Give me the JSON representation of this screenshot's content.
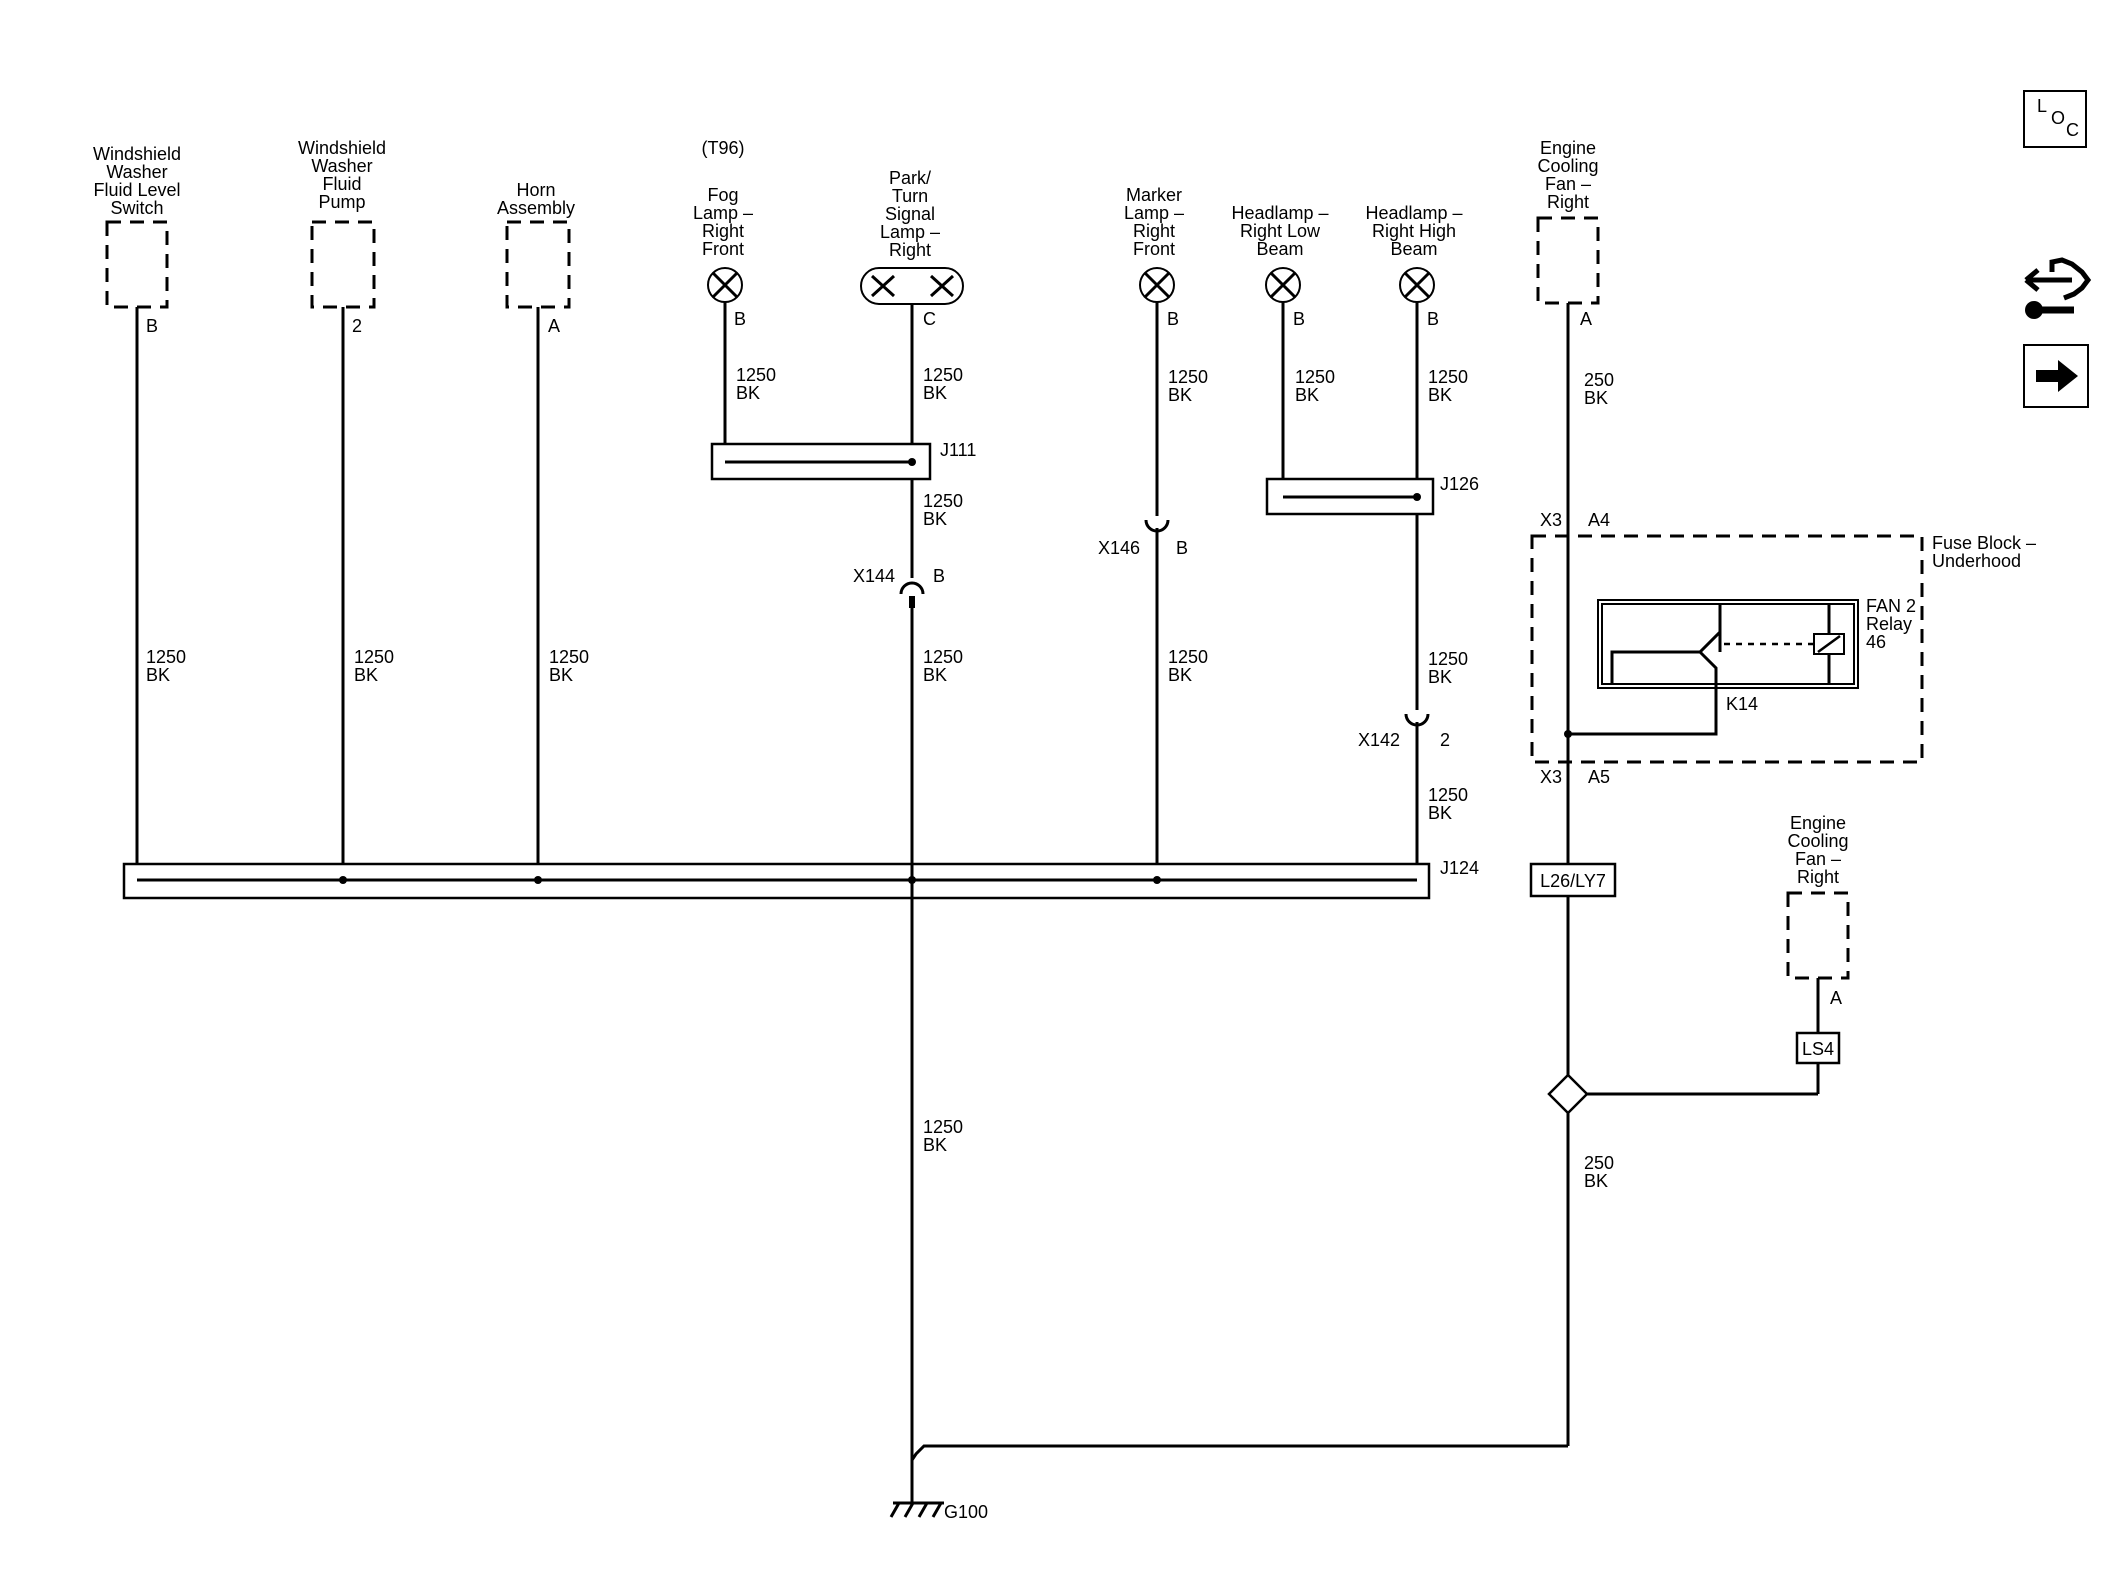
{
  "icons": {
    "loc": [
      "L",
      "O",
      "C"
    ]
  },
  "components": {
    "washer_switch": {
      "label": [
        "Windshield",
        "Washer",
        "Fluid Level",
        "Switch"
      ],
      "pin": "B"
    },
    "washer_pump": {
      "label": [
        "Windshield",
        "Washer",
        "Fluid",
        "Pump"
      ],
      "pin": "2"
    },
    "horn": {
      "label": [
        "Horn",
        "Assembly"
      ],
      "pin": "A"
    },
    "fog_lamp": {
      "note": "(T96)",
      "label": [
        "Fog",
        "Lamp –",
        "Right",
        "Front"
      ],
      "pin": "B"
    },
    "park_turn": {
      "label": [
        "Park/",
        "Turn",
        "Signal",
        "Lamp –",
        "Right"
      ],
      "pin": "C"
    },
    "marker_lamp": {
      "label": [
        "Marker",
        "Lamp –",
        "Right",
        "Front"
      ],
      "pin": "B"
    },
    "headlamp_low": {
      "label": [
        "Headlamp –",
        "Right Low",
        "Beam"
      ],
      "pin": "B"
    },
    "headlamp_high": {
      "label": [
        "Headlamp –",
        "Right High",
        "Beam"
      ],
      "pin": "B"
    },
    "fan_right_top": {
      "label": [
        "Engine",
        "Cooling",
        "Fan –",
        "Right"
      ],
      "pin": "A"
    },
    "fan_right_bot": {
      "label": [
        "Engine",
        "Cooling",
        "Fan –",
        "Right"
      ],
      "pin": "A"
    }
  },
  "wires": {
    "w1250": [
      "1250",
      "BK"
    ],
    "w250": [
      "250",
      "BK"
    ]
  },
  "splices": {
    "j111": "J111",
    "j126": "J126",
    "j124": "J124"
  },
  "connectors": {
    "x144": {
      "name": "X144",
      "pin": "B"
    },
    "x146": {
      "name": "X146",
      "pin": "B"
    },
    "x142": {
      "name": "X142",
      "pin": "2"
    },
    "x3_top": {
      "name": "X3",
      "pin": "A4"
    },
    "x3_bot": {
      "name": "X3",
      "pin": "A5"
    }
  },
  "fuse_block": {
    "label": [
      "Fuse Block –",
      "Underhood"
    ],
    "relay": [
      "FAN 2",
      "Relay",
      "46"
    ],
    "relay_id": "K14"
  },
  "options": {
    "l26": "L26/LY7",
    "ls4": "LS4"
  },
  "ground": "G100"
}
